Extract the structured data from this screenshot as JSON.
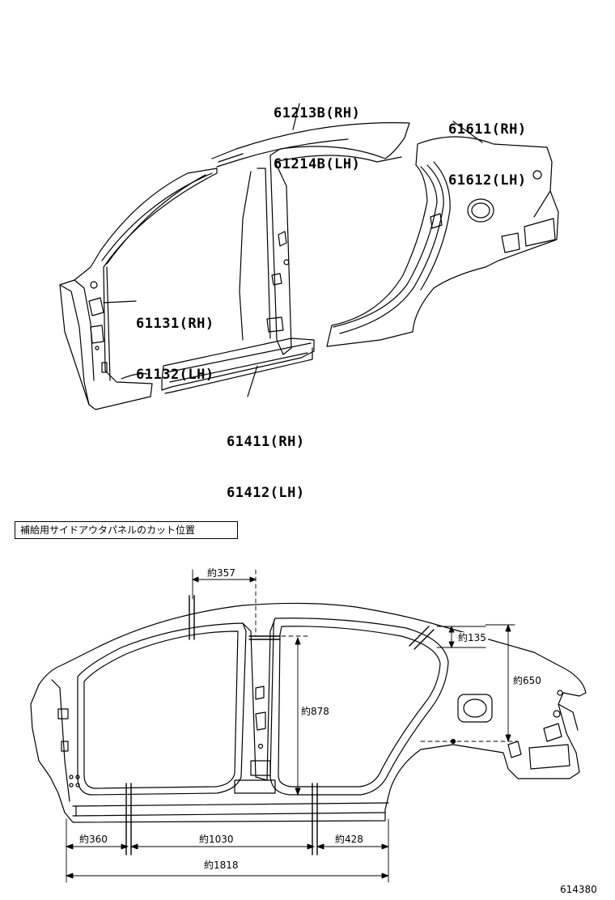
{
  "labels": {
    "roof_side_rail": [
      "61213B(RH)",
      "61214B(LH)"
    ],
    "quarter_panel": [
      "61611(RH)",
      "61612(LH)"
    ],
    "front_pillar": [
      "61131(RH)",
      "61132(LH)"
    ],
    "rocker_panel": [
      "61411(RH)",
      "61412(LH)"
    ]
  },
  "caption": "補給用サイドアウタパネルのカット位置",
  "dimensions": {
    "roof_cut": "約357",
    "quarter_top": "約135",
    "pillar_height": "約878",
    "quarter_height": "約650",
    "front_section": "約360",
    "middle_section": "約1030",
    "rear_section": "約428",
    "total_length": "約1818"
  },
  "drawing_number": "614380"
}
